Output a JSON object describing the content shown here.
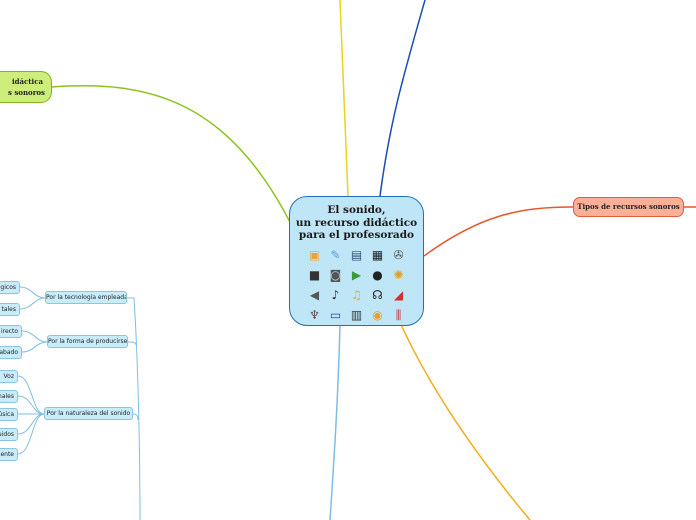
{
  "central": {
    "title_line1": "El sonido,",
    "title_line2": "un recurso didáctico",
    "title_line3": "para el profesorado",
    "icons": [
      {
        "name": "photo-icon",
        "glyph": "▣",
        "color": "#e8a33a"
      },
      {
        "name": "pen-icon",
        "glyph": "✎",
        "color": "#5b9bd5"
      },
      {
        "name": "film-icon",
        "glyph": "▤",
        "color": "#2f4f7f"
      },
      {
        "name": "clapperboard-icon",
        "glyph": "▦",
        "color": "#222222"
      },
      {
        "name": "film-reel-icon",
        "glyph": "✇",
        "color": "#555555"
      },
      {
        "name": "video-camera-icon",
        "glyph": "■",
        "color": "#333333"
      },
      {
        "name": "projector-icon",
        "glyph": "◙",
        "color": "#555555"
      },
      {
        "name": "play-button-icon",
        "glyph": "▶",
        "color": "#3a9a3a"
      },
      {
        "name": "webcam-icon",
        "glyph": "●",
        "color": "#222222"
      },
      {
        "name": "color-wheel-icon",
        "glyph": "✺",
        "color": "#e0a020"
      },
      {
        "name": "speaker-icon",
        "glyph": "◀",
        "color": "#555555"
      },
      {
        "name": "microphone-icon",
        "glyph": "♪",
        "color": "#333333"
      },
      {
        "name": "music-note-icon",
        "glyph": "♫",
        "color": "#e8a33a"
      },
      {
        "name": "headphones-icon",
        "glyph": "☊",
        "color": "#222222"
      },
      {
        "name": "megaphone-icon",
        "glyph": "◢",
        "color": "#d03030"
      },
      {
        "name": "radio-tower-icon",
        "glyph": "♆",
        "color": "#555555"
      },
      {
        "name": "monitor-icon",
        "glyph": "▭",
        "color": "#1f4f9f"
      },
      {
        "name": "radio-icon",
        "glyph": "▥",
        "color": "#333333"
      },
      {
        "name": "cd-icon",
        "glyph": "◉",
        "color": "#e8a020"
      },
      {
        "name": "cable-connector-icon",
        "glyph": "⫼",
        "color": "#c03030"
      }
    ]
  },
  "branches": {
    "green_line1": "idáctica",
    "green_line2": "s sonoros",
    "orange": "Tipos de recursos sonoros"
  },
  "subtopics": {
    "tecnologia": "Por la tecnología empleada",
    "forma": "Por la forma de producirse",
    "naturaleza": "Por la naturaleza del sonido"
  },
  "leaves": {
    "analogicos": "ógicos",
    "digitales": "tales",
    "directo": "irecto",
    "grabado": "abado",
    "voz": "Voz",
    "naturales": "nales",
    "musica": "úsica",
    "ruidos": "uidos",
    "ambiente": "iente"
  },
  "colors": {
    "yellow_branch": "#e6d51a",
    "blue_branch": "#1a4fb0",
    "green_branch": "#8cc21e",
    "orange_branch": "#e8572a",
    "gold_branch": "#f3ac1b",
    "lightblue_branch": "#7fbde0"
  }
}
